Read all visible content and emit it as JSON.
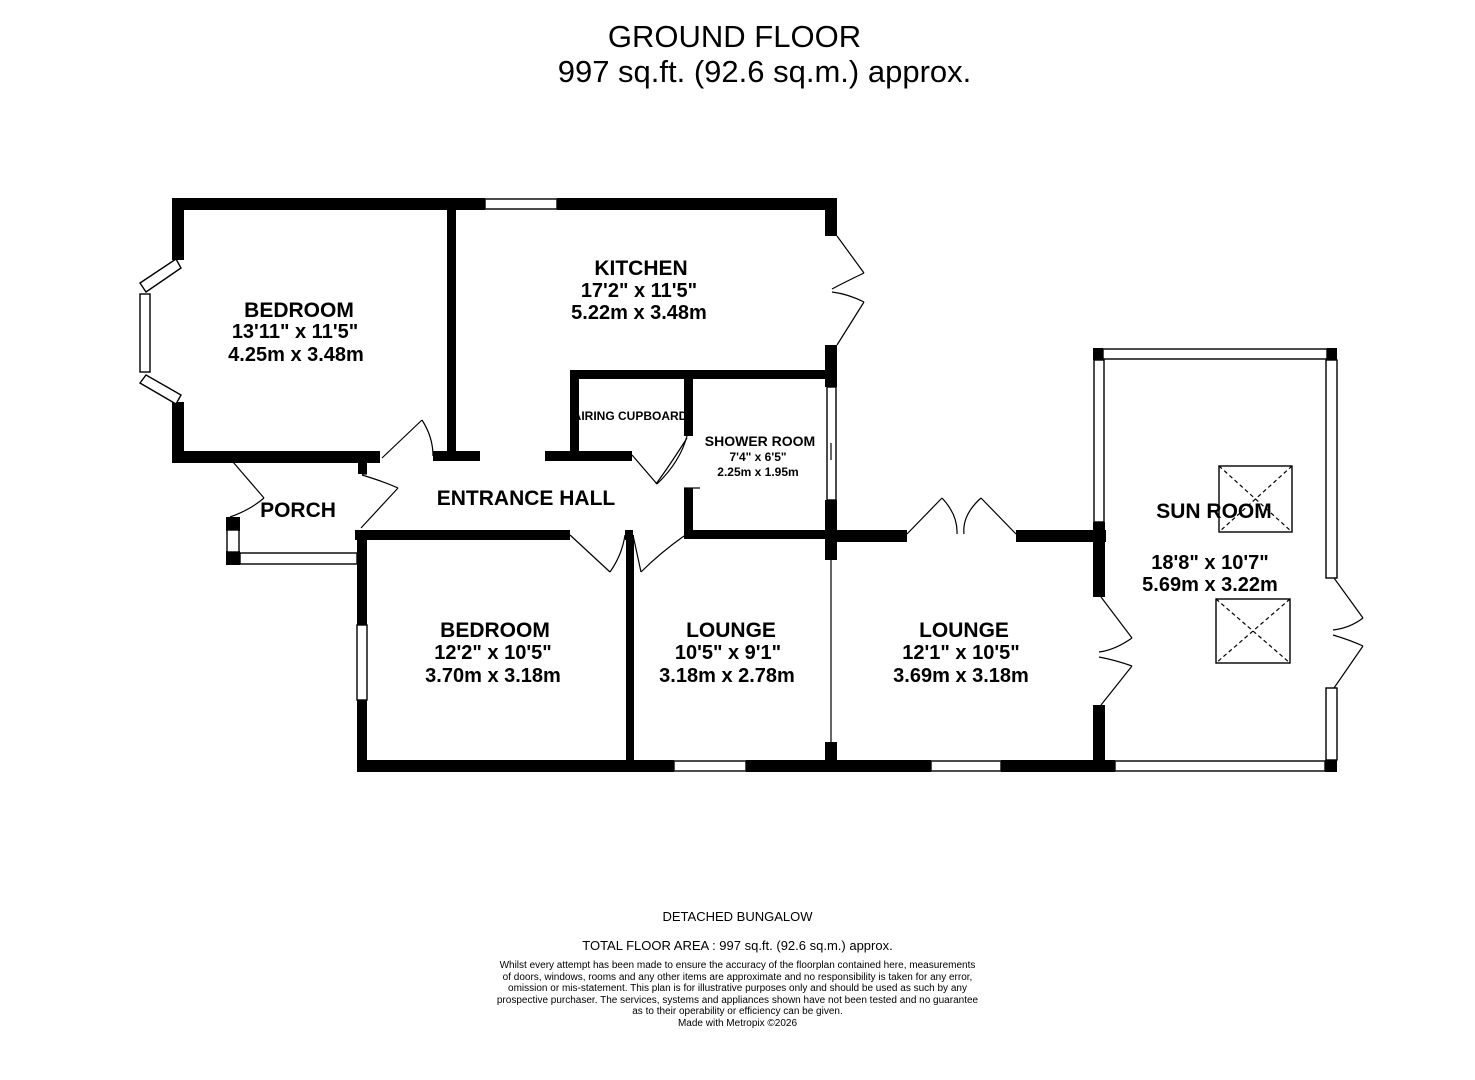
{
  "header": {
    "title": "GROUND FLOOR",
    "area": "997 sq.ft. (92.6 sq.m.) approx."
  },
  "rooms": {
    "bedroom1": {
      "name": "BEDROOM",
      "imperial": "13'11\"  x 11'5\"",
      "metric": "4.25m  x 3.48m"
    },
    "kitchen": {
      "name": "KITCHEN",
      "imperial": "17'2\"  x 11'5\"",
      "metric": "5.22m  x 3.48m"
    },
    "airing_cupboard": {
      "name": "AIRING CUPBOARD"
    },
    "shower_room": {
      "name": "SHOWER ROOM",
      "imperial": "7'4\"  x 6'5\"",
      "metric": "2.25m  x 1.95m"
    },
    "porch": {
      "name": "PORCH"
    },
    "entrance_hall": {
      "name": "ENTRANCE HALL"
    },
    "bedroom2": {
      "name": "BEDROOM",
      "imperial": "12'2\"  x 10'5\"",
      "metric": "3.70m  x 3.18m"
    },
    "lounge1": {
      "name": "LOUNGE",
      "imperial": "10'5\"  x 9'1\"",
      "metric": "3.18m  x 2.78m"
    },
    "lounge2": {
      "name": "LOUNGE",
      "imperial": "12'1\"  x 10'5\"",
      "metric": "3.69m  x 3.18m"
    },
    "sun_room": {
      "name": "SUN ROOM",
      "imperial": "18'8\"  x 10'7\"",
      "metric": "5.69m  x 3.22m"
    }
  },
  "footer": {
    "property_type": "DETACHED BUNGALOW",
    "total_area": "TOTAL FLOOR AREA : 997 sq.ft. (92.6 sq.m.) approx.",
    "disclaimer": "Whilst every attempt has been made to ensure the accuracy of the floorplan contained here, measurements\nof doors, windows, rooms and any other items are approximate and no responsibility is taken for any error,\nomission or mis-statement. This plan is for illustrative purposes only and should be used as such by any\nprospective purchaser. The services, systems and appliances shown have not been tested and no guarantee\nas to their operability or efficiency can be given.\nMade with Metropix ©2026"
  }
}
